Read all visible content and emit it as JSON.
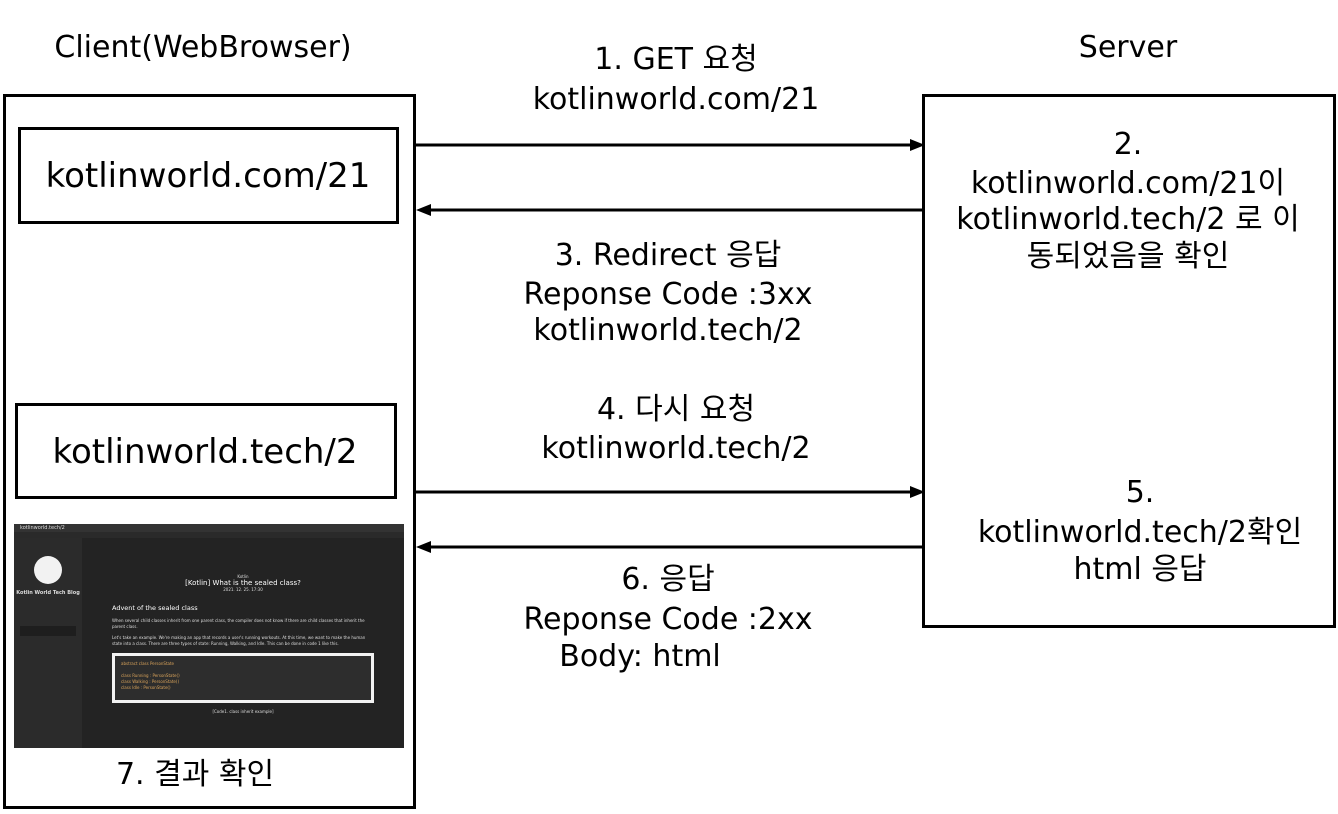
{
  "client": {
    "title": "Client(WebBrowser)",
    "url_first": "kotlinworld.com/21",
    "url_second": "kotlinworld.tech/2",
    "result": "7. 결과 확인",
    "screenshot": {
      "address": "kotlinworld.tech/2",
      "sidebar_title": "Kotlin World Tech Blog",
      "category": "Kotlin",
      "post_title": "[Kotlin] What is the sealed class?",
      "date": "2021. 12. 25. 17:30",
      "heading": "Advent of the sealed class",
      "para1": "When several child classes inherit from one parent class, the compiler does not know if there are child classes that inherit the parent class.",
      "para2": "Let's take an example. We're making an app that records a user's running workouts. At this time, we want to make the human state into a class. There are three types of state: Running, Walking, and Idle. This can be done in code 1 like this.",
      "code": [
        "abstract class PersonState",
        "",
        "class Running : PersonState()",
        "class Walking : PersonState()",
        "class Idle : PersonState()"
      ],
      "caption": "[Code1. class inherit example]"
    }
  },
  "server": {
    "title": "Server",
    "step2": [
      "2.",
      "kotlinworld.com/21이",
      "kotlinworld.tech/2 로 이",
      "동되었음을 확인"
    ],
    "step5": [
      "5.",
      "kotlinworld.tech/2확인",
      "html 응답"
    ]
  },
  "messages": {
    "step1": [
      "1. GET 요청",
      "kotlinworld.com/21"
    ],
    "step3": [
      "3. Redirect 응답",
      "Reponse Code :3xx",
      "kotlinworld.tech/2"
    ],
    "step4": [
      "4. 다시 요청",
      "kotlinworld.tech/2"
    ],
    "step6": [
      "6. 응답",
      "Reponse Code :2xx",
      "Body: html"
    ]
  }
}
